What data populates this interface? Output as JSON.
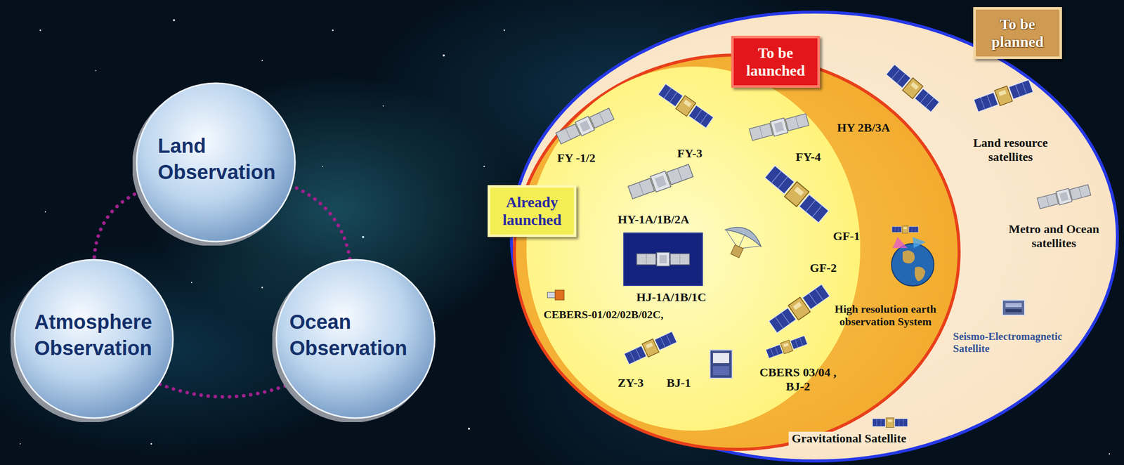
{
  "diagram": {
    "nodes": [
      {
        "text": [
          "Land Observation"
        ]
      },
      {
        "text": [
          "Atmosphere Observation"
        ]
      },
      {
        "text": [
          "Ocean Observation"
        ]
      },
      {
        "text": [
          "To be planned"
        ]
      },
      {
        "text": [
          "To be launched"
        ],
        "in": 3
      },
      {
        "text": [
          "Already launched"
        ],
        "in": 4
      }
    ],
    "edges": [
      {
        "from": 0,
        "to": 1,
        "arrow": "none"
      },
      {
        "from": 1,
        "to": 2,
        "arrow": "none"
      },
      {
        "from": 2,
        "to": 0,
        "arrow": "none"
      }
    ],
    "labels": [
      "FY -1/2",
      "FY-3",
      "FY-4",
      "HY 2B/3A",
      "Land resource satellites",
      "HY-1A/1B/2A",
      "GF-1",
      "Metro and Ocean satellites",
      "GF-2",
      "HJ-1A/1B/1C",
      "CEBERS-01/02/02B/02C,",
      "High resolution earth observation System",
      "ZY-3",
      "BJ-1",
      "CBERS 03/04 , BJ-2",
      "Seismo-Electromagnetic Satellite",
      "Gravitational Satellite"
    ]
  }
}
